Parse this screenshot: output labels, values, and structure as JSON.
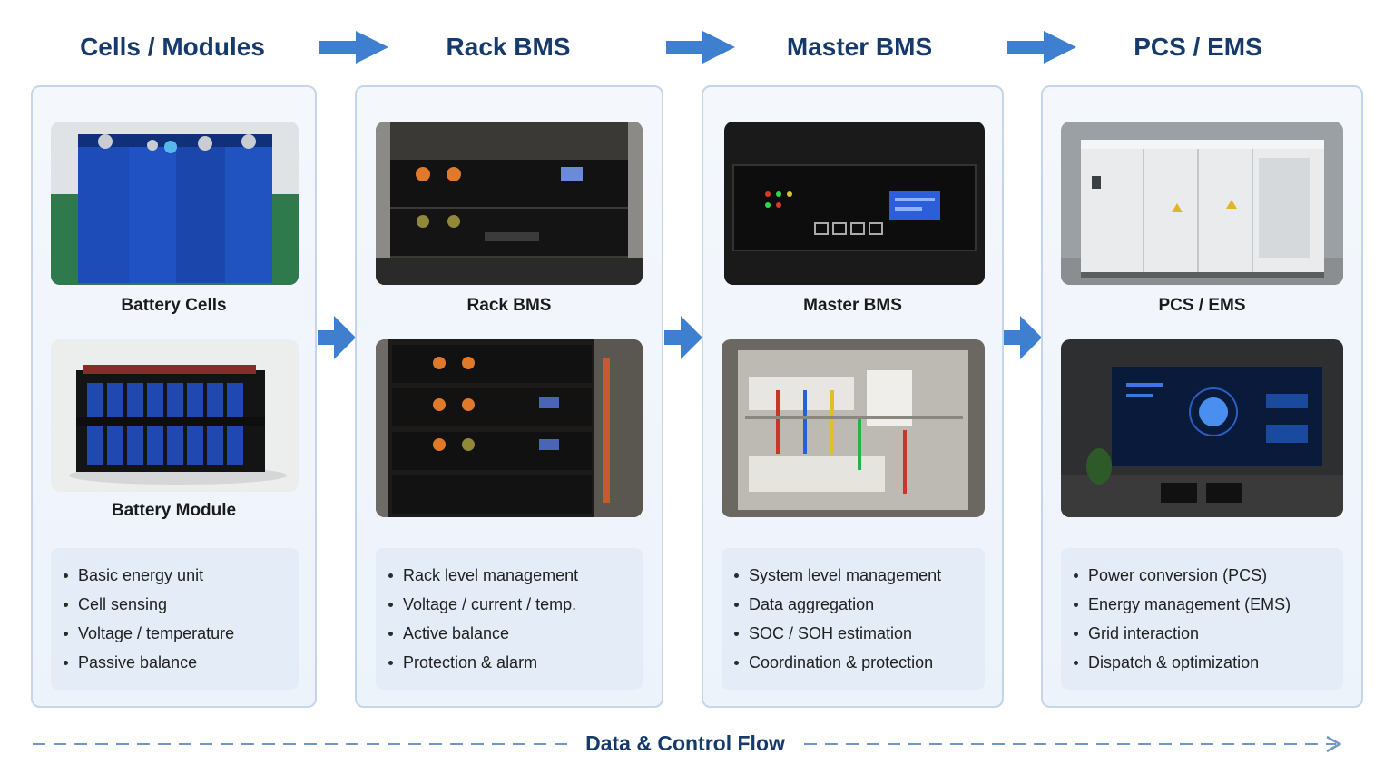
{
  "stages": [
    {
      "title": "Cells / Modules",
      "captions": [
        "Battery Cells",
        "Battery Module"
      ],
      "bullets": [
        "Basic energy unit",
        "Cell sensing",
        "Voltage / temperature",
        "Passive balance"
      ]
    },
    {
      "title": "Rack BMS",
      "captions": [
        "Rack BMS"
      ],
      "bullets": [
        "Rack level management",
        "Voltage / current / temp.",
        "Active balance",
        "Protection & alarm"
      ]
    },
    {
      "title": "Master BMS",
      "captions": [
        "Master BMS"
      ],
      "bullets": [
        "System level management",
        "Data aggregation",
        "SOC / SOH estimation",
        "Coordination & protection"
      ]
    },
    {
      "title": "PCS / EMS",
      "captions": [
        "PCS / EMS"
      ],
      "bullets": [
        "Power conversion (PCS)",
        "Energy management (EMS)",
        "Grid interaction",
        "Dispatch & optimization"
      ]
    }
  ],
  "flow_label": "Data & Control Flow",
  "colors": {
    "title": "#163a6b",
    "arrow": "#3f7fd0",
    "panel_border": "#c3d6ec",
    "bullet_bg": "#e4ecf7"
  },
  "icons": [
    "right-arrow-icon",
    "dashed-flow-arrow-icon"
  ]
}
